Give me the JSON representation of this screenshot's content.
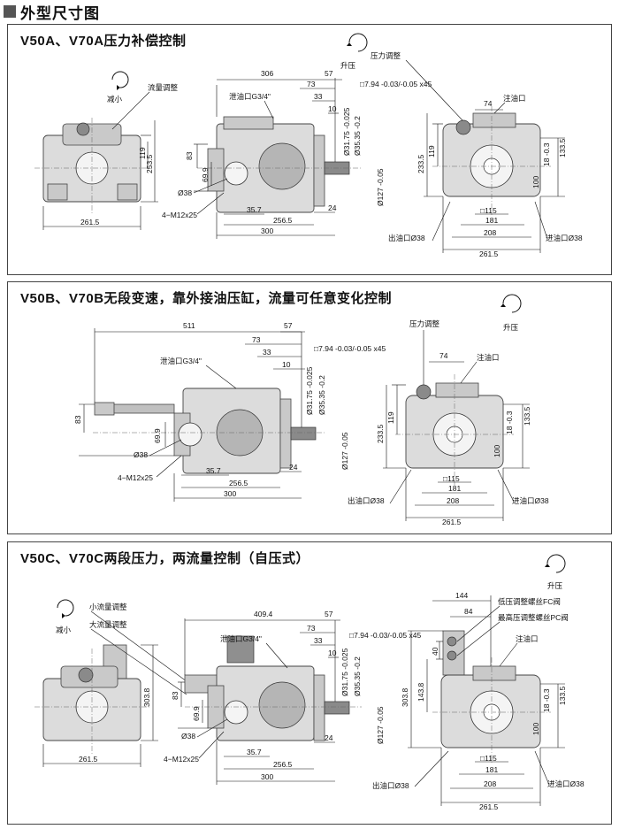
{
  "header": {
    "title": "外型尺寸图"
  },
  "panels": [
    {
      "title": "V50A、V70A压力补偿控制",
      "rotation_left": "减小",
      "rotation_right": "升压",
      "labels": {
        "flow_adjust": "流量调整",
        "drain": "泄油口G3/4\"",
        "bolts": "4−M12x25",
        "pressure_adjust": "压力调整",
        "fill": "注油口",
        "outlet": "出油口Ø38",
        "inlet": "进油口Ø38",
        "bore": "Ø38",
        "key": "□7.94 -0.03/-0.05 x45",
        "shaft1": "Ø31.75 -0.025",
        "shaft2": "Ø35.35 -0.2",
        "pilot": "Ø127 -0.05"
      },
      "dims": {
        "front_h1": "119",
        "front_h2": "253.5",
        "front_w": "261.5",
        "side_top": "306",
        "side_57": "57",
        "side_73": "73",
        "side_33": "33",
        "side_10": "10",
        "side_83": "83",
        "side_699": "69.9",
        "side_357": "35.7",
        "side_2565": "256.5",
        "side_300": "300",
        "side_24": "24",
        "end_74": "74",
        "end_119": "119",
        "end_2335": "233.5",
        "end_18": "18 -0.3",
        "end_1335": "133.5",
        "end_100": "100",
        "end_115": "□115",
        "end_181": "181",
        "end_208": "208",
        "end_2615": "261.5"
      }
    },
    {
      "title": "V50B、V70B无段变速，靠外接油压缸，流量可任意变化控制",
      "rotation_right": "升压",
      "labels": {
        "drain": "泄油口G3/4\"",
        "bolts": "4−M12x25",
        "pressure_adjust": "压力调整",
        "fill": "注油口",
        "outlet": "出油口Ø38",
        "inlet": "进油口Ø38",
        "bore": "Ø38",
        "key": "□7.94 -0.03/-0.05 x45",
        "shaft1": "Ø31.75 -0.025",
        "shaft2": "Ø35.35 -0.2",
        "pilot": "Ø127 -0.05"
      },
      "dims": {
        "side_top": "511",
        "side_57": "57",
        "side_73": "73",
        "side_33": "33",
        "side_10": "10",
        "side_83": "83",
        "side_699": "69.9",
        "side_357": "35.7",
        "side_2565": "256.5",
        "side_300": "300",
        "side_24": "24",
        "end_74": "74",
        "end_119": "119",
        "end_2335": "233.5",
        "end_18": "18 -0.3",
        "end_1335": "133.5",
        "end_100": "100",
        "end_115": "□115",
        "end_181": "181",
        "end_208": "208",
        "end_2615": "261.5"
      }
    },
    {
      "title": "V50C、V70C两段压力，两流量控制（自压式）",
      "rotation_left": "减小",
      "rotation_right": "升压",
      "labels": {
        "small_flow": "小流量调整",
        "large_flow": "大流量调整",
        "drain": "泄油口G3/4\"",
        "bolts": "4−M12x25",
        "low_pressure": "低压调整螺丝FC阀",
        "high_pressure": "最高压调整螺丝PC阀",
        "fill": "注油口",
        "outlet": "出油口Ø38",
        "inlet": "进油口Ø38",
        "bore": "Ø38",
        "key": "□7.94 -0.03/-0.05 x45",
        "shaft1": "Ø31.75 -0.025",
        "shaft2": "Ø35.35 -0.2",
        "pilot": "Ø127 -0.05"
      },
      "dims": {
        "front_h": "303.8",
        "front_w": "261.5",
        "side_top": "409.4",
        "side_57": "57",
        "side_73": "73",
        "side_33": "33",
        "side_10": "10",
        "side_83": "83",
        "side_699": "69.9",
        "side_357": "35.7",
        "side_2565": "256.5",
        "side_300": "300",
        "side_24": "24",
        "end_144": "144",
        "end_84": "84",
        "end_40": "40",
        "end_1438": "143.8",
        "end_3038": "303.8",
        "end_18": "18 -0.3",
        "end_1335": "133.5",
        "end_100": "100",
        "end_115": "□115",
        "end_181": "181",
        "end_208": "208",
        "end_2615": "261.5"
      }
    }
  ]
}
